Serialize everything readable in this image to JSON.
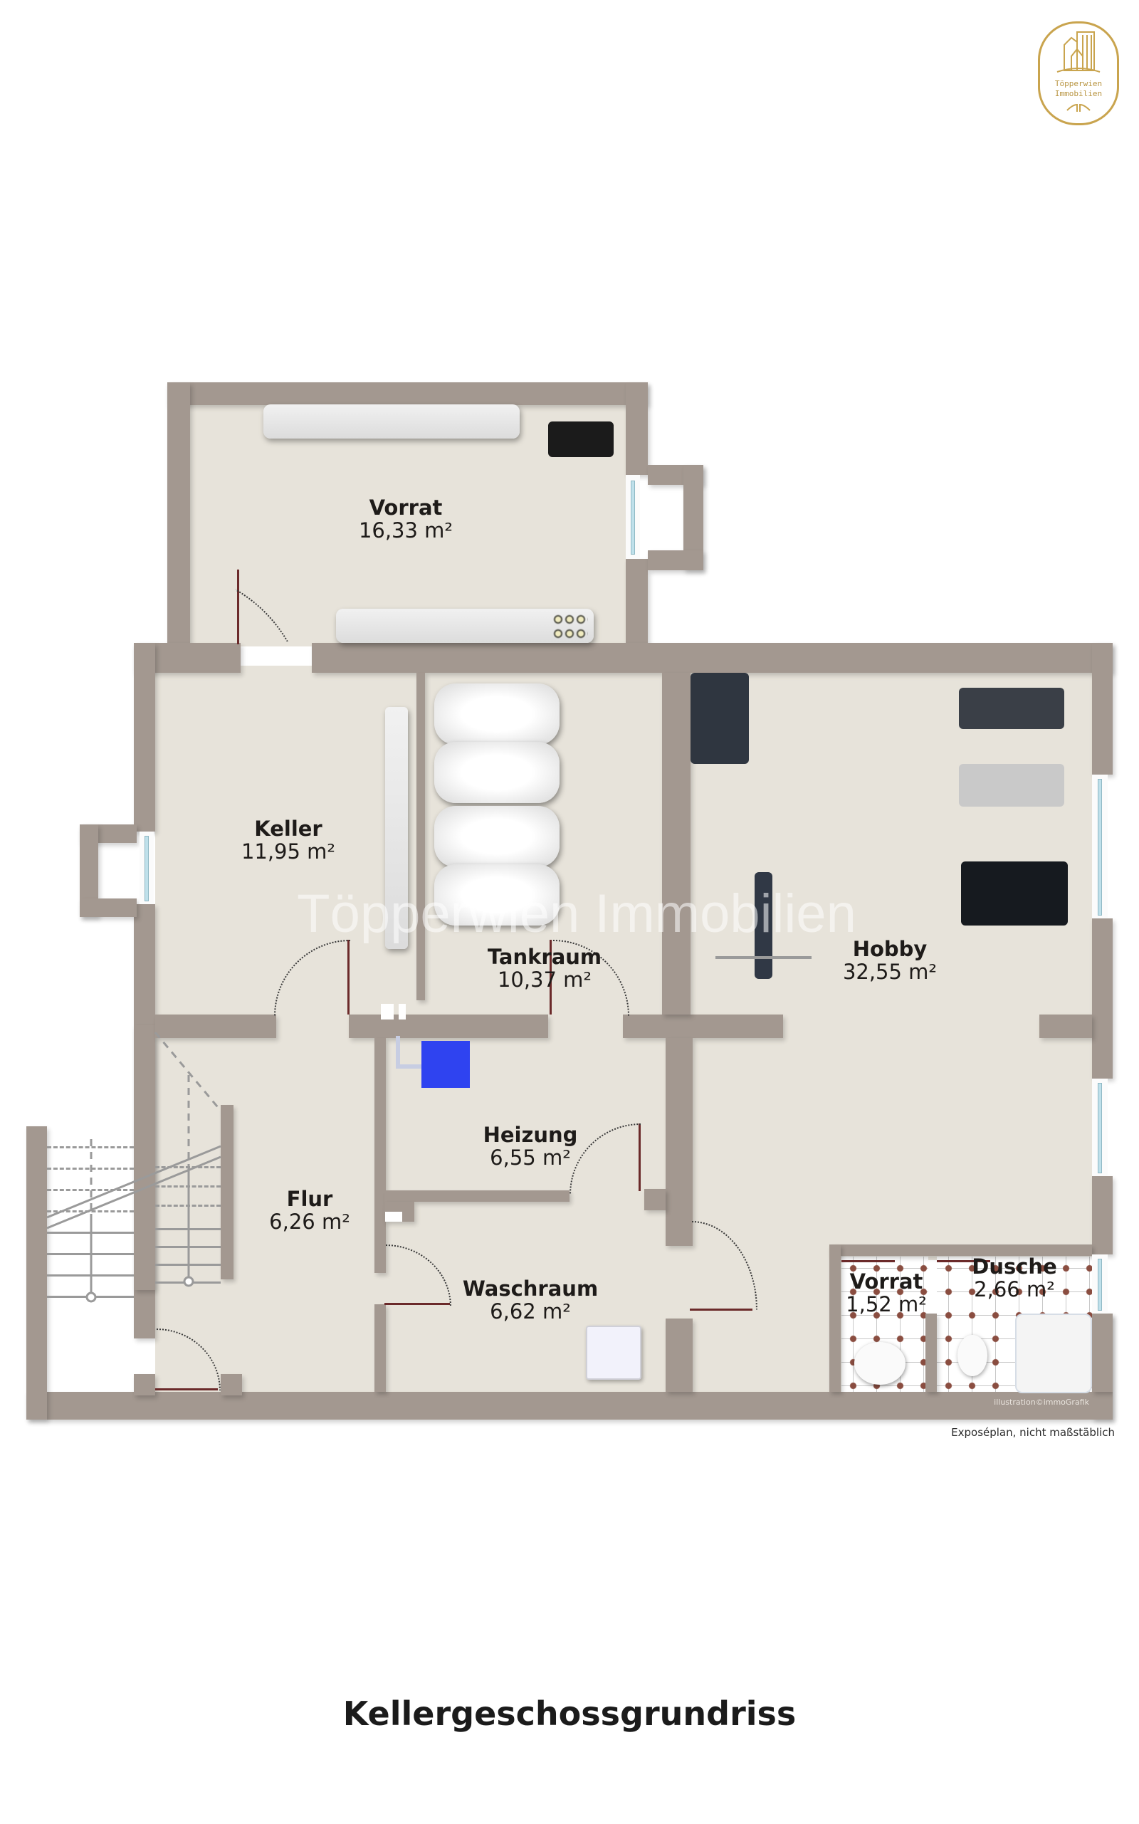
{
  "logo": {
    "line1": "Töpperwien",
    "line2": "Immobilien",
    "color": "#c9a44e"
  },
  "watermark": "Töpperwien Immobilien",
  "rooms": [
    {
      "id": "vorrat-top",
      "name": "Vorrat",
      "area": "16,33 m²"
    },
    {
      "id": "keller",
      "name": "Keller",
      "area": "11,95 m²"
    },
    {
      "id": "tankraum",
      "name": "Tankraum",
      "area": "10,37 m²"
    },
    {
      "id": "hobby",
      "name": "Hobby",
      "area": "32,55 m²"
    },
    {
      "id": "heizung",
      "name": "Heizung",
      "area": "6,55 m²"
    },
    {
      "id": "flur",
      "name": "Flur",
      "area": "6,26 m²"
    },
    {
      "id": "waschraum",
      "name": "Waschraum",
      "area": "6,62 m²"
    },
    {
      "id": "vorrat-small",
      "name": "Vorrat",
      "area": "1,52 m²"
    },
    {
      "id": "dusche",
      "name": "Dusche",
      "area": "2,66 m²"
    }
  ],
  "credit": "illustration©immoGrafik",
  "disclaimer": "Exposéplan, nicht maßstäblich",
  "title": "Kellergeschossgrundriss",
  "colors": {
    "wall": "#a39890",
    "floor": "#e7e3da",
    "door": "#6b2a2a",
    "heater": "#2f43f0"
  }
}
